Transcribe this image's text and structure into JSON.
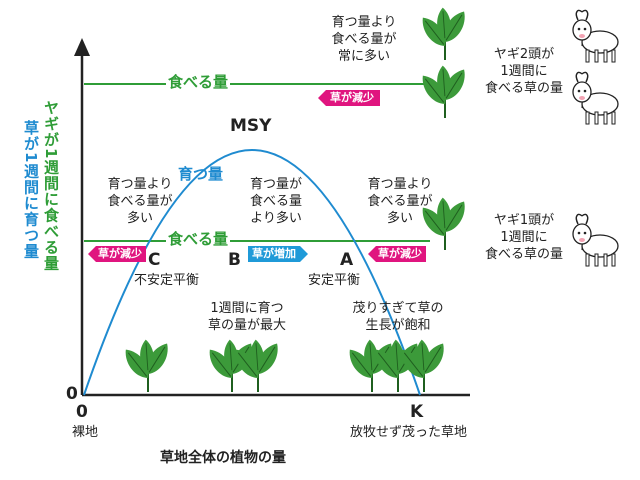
{
  "axes": {
    "y_label_green": "ヤギが1週間に食べる量",
    "y_label_blue": "草が1週間に育つ量",
    "x_label": "草地全体の植物の量",
    "origin_y": "0",
    "origin_x": "0",
    "origin_x_sub": "裸地",
    "k_label": "K",
    "k_sub": "放牧せず茂った草地"
  },
  "curve": {
    "name": "育つ量",
    "peak_label": "MSY",
    "color": "#1f8bd0"
  },
  "lines": {
    "top_label": "食べる量",
    "mid_label": "食べる量",
    "color": "#2f9d37"
  },
  "points": {
    "c": "C",
    "c_sub": "不安定平衡",
    "b": "B",
    "a": "A",
    "a_sub": "安定平衡"
  },
  "badges": {
    "top_decrease": "草が減少",
    "left_decrease": "草が減少",
    "increase": "草が増加",
    "right_decrease": "草が減少",
    "magenta": "#e0157f",
    "blue": "#1f9ad8"
  },
  "notes": {
    "top_more": [
      "育つ量より",
      "食べる量が",
      "常に多い"
    ],
    "left_more": [
      "育つ量より",
      "食べる量が",
      "多い"
    ],
    "center_more": [
      "育つ量が",
      "食べる量",
      "より多い"
    ],
    "right_more": [
      "育つ量より",
      "食べる量が",
      "多い"
    ],
    "max_growth": [
      "1週間に育つ",
      "草の量が最大"
    ],
    "saturated": [
      "茂りすぎて草の",
      "生長が飽和"
    ]
  },
  "goats": {
    "two": [
      "ヤギ2頭が",
      "1週間に",
      "食べる草の量"
    ],
    "one": [
      "ヤギ1頭が",
      "1週間に",
      "食べる草の量"
    ]
  }
}
